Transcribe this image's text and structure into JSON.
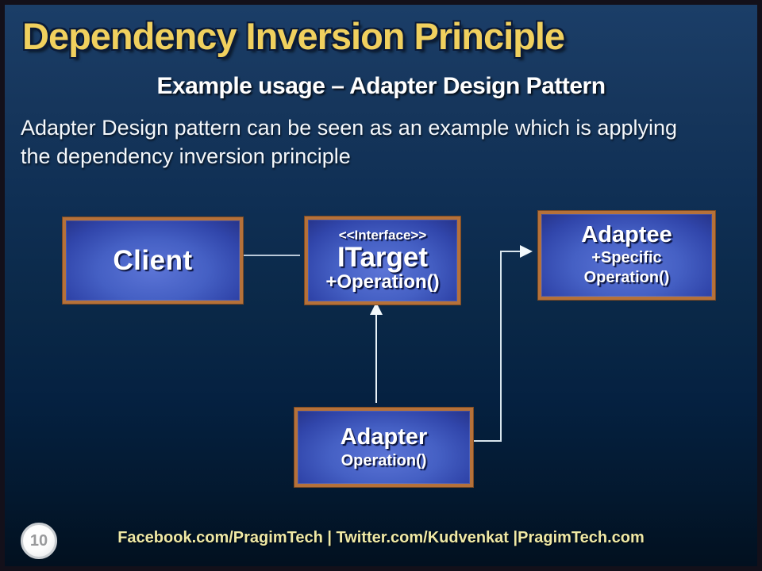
{
  "slide": {
    "title": "Dependency Inversion Principle",
    "subtitle": "Example usage –  Adapter Design Pattern",
    "body": "Adapter Design pattern can be seen as an example which is applying the dependency inversion principle",
    "page_number": "10"
  },
  "diagram": {
    "client": {
      "label": "Client"
    },
    "itarget": {
      "stereotype": "<<Interface>>",
      "name": "ITarget",
      "member": "+Operation()"
    },
    "adaptee": {
      "name": "Adaptee",
      "member": "+Specific Operation()"
    },
    "adapter": {
      "name": "Adapter",
      "member": "Operation()"
    },
    "relations": [
      {
        "from": "Client",
        "to": "ITarget",
        "style": "plain-association"
      },
      {
        "from": "Adapter",
        "to": "ITarget",
        "style": "arrow-up-realization"
      },
      {
        "from": "Adapter",
        "to": "Adaptee",
        "style": "elbow-arrow-right"
      }
    ]
  },
  "footer": {
    "text": "Facebook.com/PragimTech  | Twitter.com/Kudvenkat  |PragimTech.com"
  },
  "colors": {
    "title_gold": "#F0D05E",
    "footer_yellow": "#EFE9A6",
    "node_border_orange": "#B5713A",
    "node_fill_center": "#5B74D6",
    "node_fill_edge": "#1B2566",
    "background_top": "#1B3E68",
    "background_bottom": "#02101F",
    "connector_line": "#D9E6EE"
  }
}
